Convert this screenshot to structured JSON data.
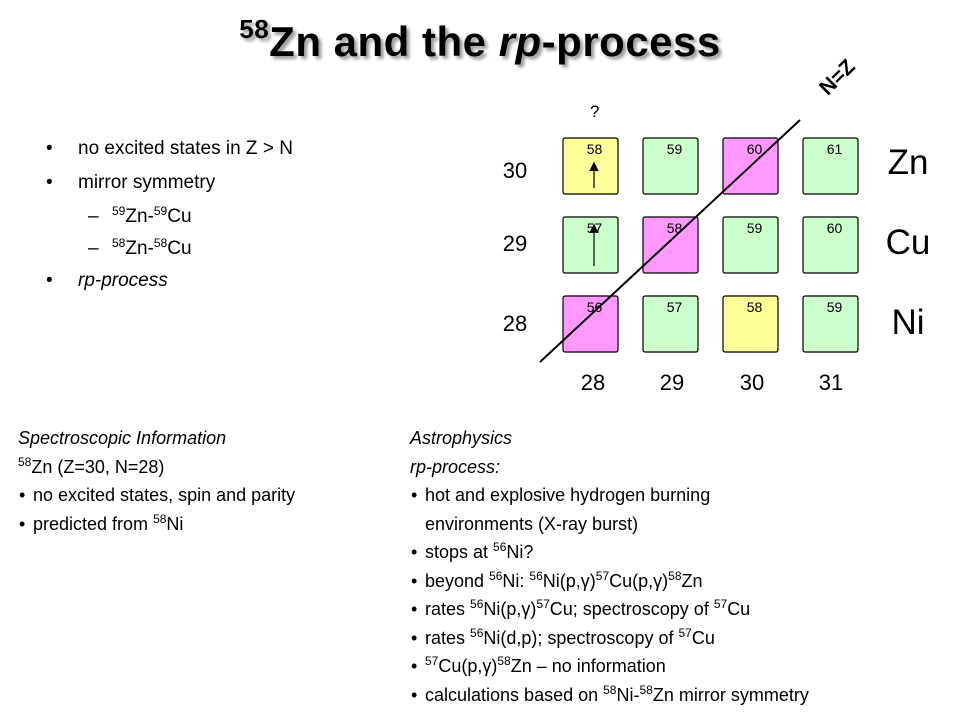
{
  "title": {
    "mass": "58",
    "text_a": "Zn and the ",
    "text_italic": "rp",
    "text_b": "-process"
  },
  "bullets": {
    "b1": "no excited states in Z > N",
    "b2": "mirror symmetry",
    "s1": {
      "m1": "59",
      "e1": "Zn-",
      "m2": "59",
      "e2": "Cu"
    },
    "s2": {
      "m1": "58",
      "e1": "Zn-",
      "m2": "58",
      "e2": "Cu"
    },
    "b3": "rp-process"
  },
  "chart": {
    "nz_label": "N=Z",
    "question": "?",
    "z_values": [
      "30",
      "29",
      "28"
    ],
    "n_values": [
      "28",
      "29",
      "30",
      "31"
    ],
    "elements": [
      "Zn",
      "Cu",
      "Ni"
    ],
    "rows": [
      {
        "cells": [
          {
            "mass": "58",
            "fill": "#ffff99"
          },
          {
            "mass": "59",
            "fill": "#ccffcc"
          },
          {
            "mass": "60",
            "fill": "#ff99ff"
          },
          {
            "mass": "61",
            "fill": "#ccffcc"
          }
        ]
      },
      {
        "cells": [
          {
            "mass": "57",
            "fill": "#ccffcc"
          },
          {
            "mass": "58",
            "fill": "#ff99ff"
          },
          {
            "mass": "59",
            "fill": "#ccffcc"
          },
          {
            "mass": "60",
            "fill": "#ccffcc"
          }
        ]
      },
      {
        "cells": [
          {
            "mass": "56",
            "fill": "#ff99ff"
          },
          {
            "mass": "57",
            "fill": "#ccffcc"
          },
          {
            "mass": "58",
            "fill": "#ffff99"
          },
          {
            "mass": "59",
            "fill": "#ccffcc"
          }
        ]
      }
    ]
  },
  "spectroscopic": {
    "heading": "Spectroscopic Information",
    "line2_mass": "58",
    "line2_text": "Zn (Z=30, N=28)",
    "item1": "no excited states, spin and parity",
    "item2_text": "predicted from ",
    "item2_mass": "58",
    "item2_el": "Ni"
  },
  "astro": {
    "heading": "Astrophysics",
    "sub": "rp-process:",
    "i1a": "hot and explosive hydrogen burning",
    "i1b": "environments (X-ray burst)",
    "i2": {
      "t1": "stops at ",
      "m1": "56",
      "t2": "Ni?"
    },
    "i3": {
      "t1": "beyond ",
      "m1": "56",
      "t2": "Ni: ",
      "m2": "56",
      "t3": "Ni(p,γ)",
      "m3": "57",
      "t4": "Cu(p,γ)",
      "m4": "58",
      "t5": "Zn"
    },
    "i4": {
      "t1": "rates ",
      "m1": "56",
      "t2": "Ni(p,γ)",
      "m2": "57",
      "t3": "Cu; spectroscopy of ",
      "m3": "57",
      "t4": "Cu"
    },
    "i5": {
      "t1": "rates ",
      "m1": "56",
      "t2": "Ni(d,p); spectroscopy of ",
      "m2": "57",
      "t3": "Cu"
    },
    "i6": {
      "m1": "57",
      "t1": "Cu(p,γ)",
      "m2": "58",
      "t2": "Zn – no information"
    },
    "i7": {
      "t1": " calculations based on ",
      "m1": "58",
      "t2": "Ni-",
      "m2": "58",
      "t3": "Zn mirror symmetry"
    }
  }
}
